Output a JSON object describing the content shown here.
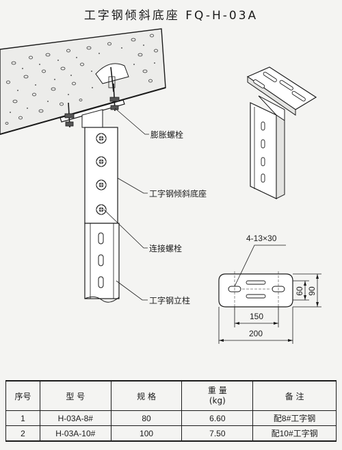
{
  "title": "工字钢倾斜底座  FQ-H-03A",
  "callouts": {
    "expansion_bolt": "膨胀螺栓",
    "base": "工字钢倾斜底座",
    "connecting_bolt": "连接螺栓",
    "column": "工字钢立柱"
  },
  "dimensions": {
    "holes": "4-13×30",
    "height_60": "60",
    "height_90": "90",
    "width_150": "150",
    "width_200": "200"
  },
  "table": {
    "headers": [
      "序号",
      "型  号",
      "规 格",
      "重  量\n(kg)",
      "备  注"
    ],
    "rows": [
      [
        "1",
        "H-03A-8#",
        "80",
        "6.60",
        "配8#工字钢"
      ],
      [
        "2",
        "H-03A-10#",
        "100",
        "7.50",
        "配10#工字钢"
      ]
    ]
  }
}
